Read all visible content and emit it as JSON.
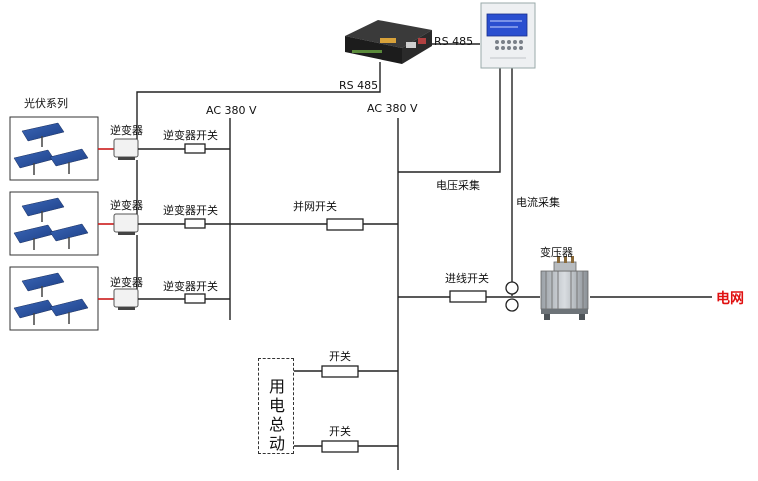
{
  "labels": {
    "pv_system": "光伏系列",
    "inverter": "逆变器",
    "inverter_switch": "逆变器开关",
    "ac_bus_left": "AC  380 V",
    "ac_bus_main": "AC  380 V",
    "grid_switch": "并网开关",
    "rs485_top": "RS 485",
    "rs485_left": "RS 485",
    "voltage_sampling": "电压采集",
    "current_sampling": "电流采集",
    "transformer": "变压器",
    "incoming_switch": "进线开关",
    "switch": "开关",
    "grid": "电网",
    "load_chars": [
      "用",
      "电",
      "总",
      "动"
    ]
  },
  "colors": {
    "grid_text": "#e01010",
    "pv_link": "#cc1a1a",
    "wire": "#222222"
  }
}
